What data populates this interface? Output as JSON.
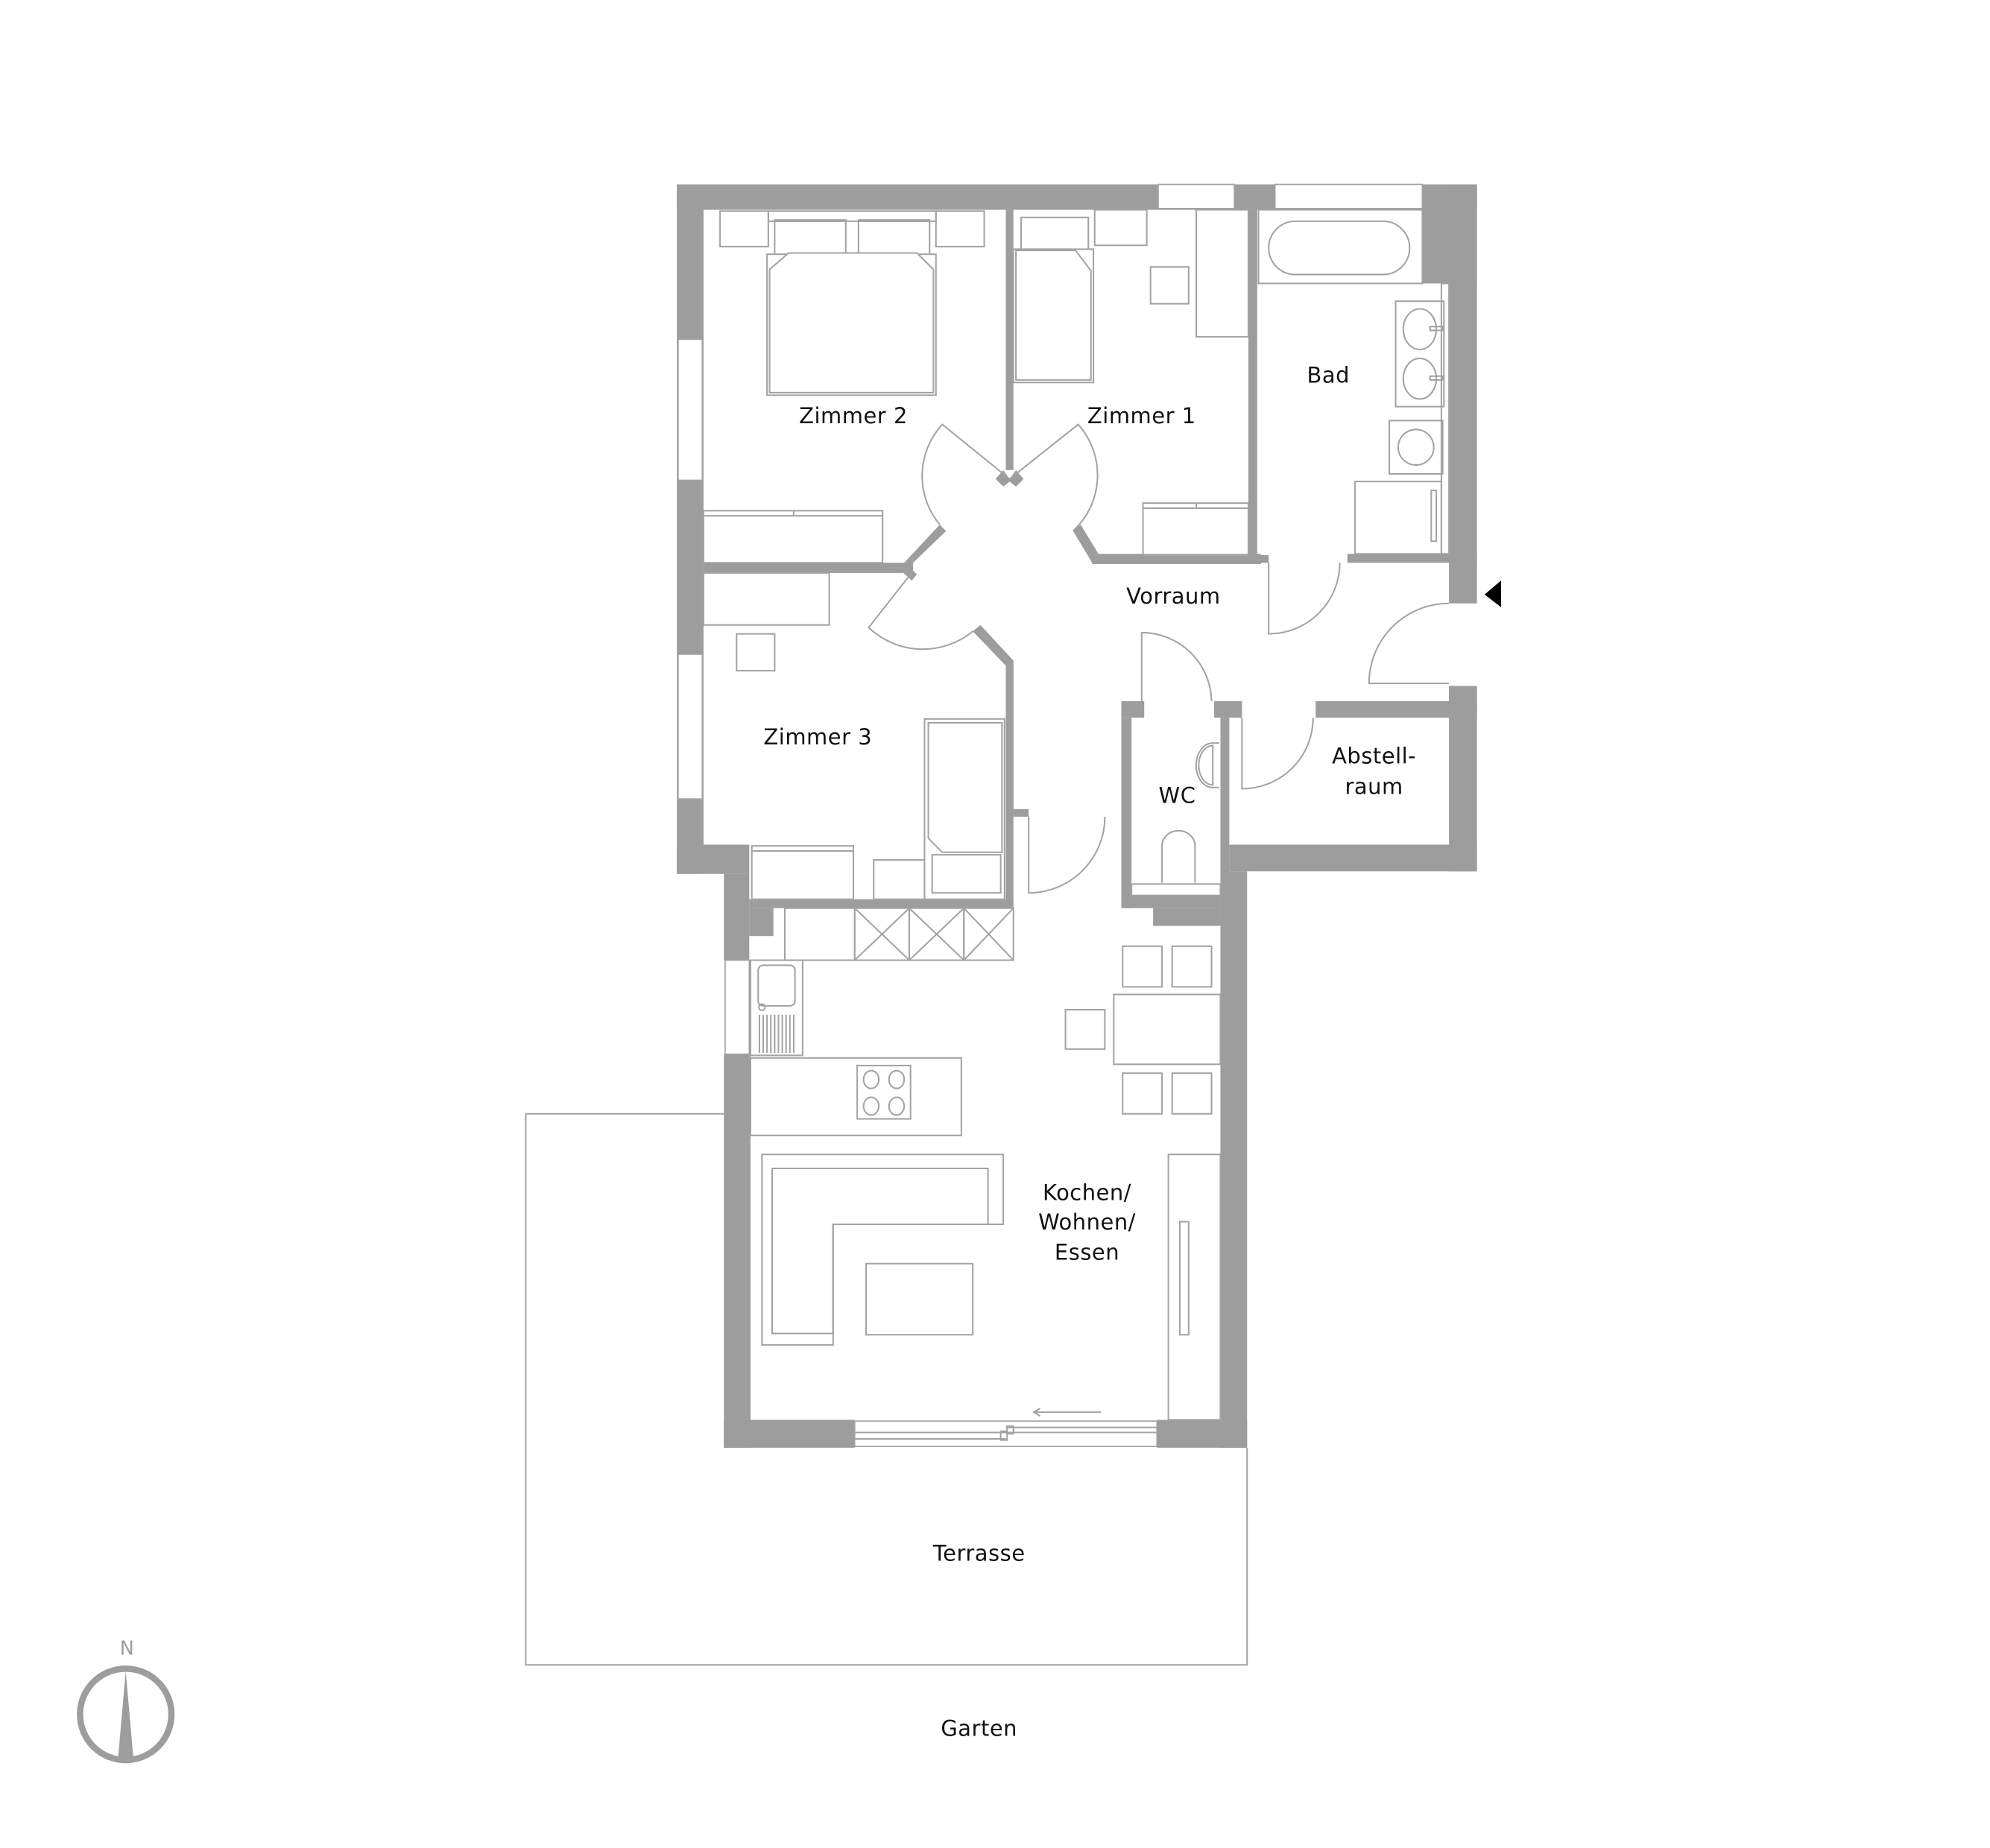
{
  "plan": {
    "type": "apartment floor plan",
    "colors": {
      "wall": "#9d9d9d",
      "furniture_line": "#a3a3a3",
      "label": "#111111",
      "background": "#ffffff"
    },
    "rooms": {
      "zimmer2": {
        "label": "Zimmer 2"
      },
      "zimmer1": {
        "label": "Zimmer 1"
      },
      "bad": {
        "label": "Bad"
      },
      "vorraum": {
        "label": "Vorraum"
      },
      "zimmer3": {
        "label": "Zimmer 3"
      },
      "wc": {
        "label": "WC"
      },
      "abstellraum": {
        "line1": "Abstell-",
        "line2": "raum"
      },
      "kochen": {
        "line1": "Kochen/",
        "line2": "Wohnen/",
        "line3": "Essen"
      },
      "terrasse": {
        "label": "Terrasse"
      }
    },
    "outside": {
      "garten": "Garten"
    },
    "compass": {
      "label": "N"
    },
    "entrance": {
      "icon": "entrance-arrow-icon"
    }
  }
}
